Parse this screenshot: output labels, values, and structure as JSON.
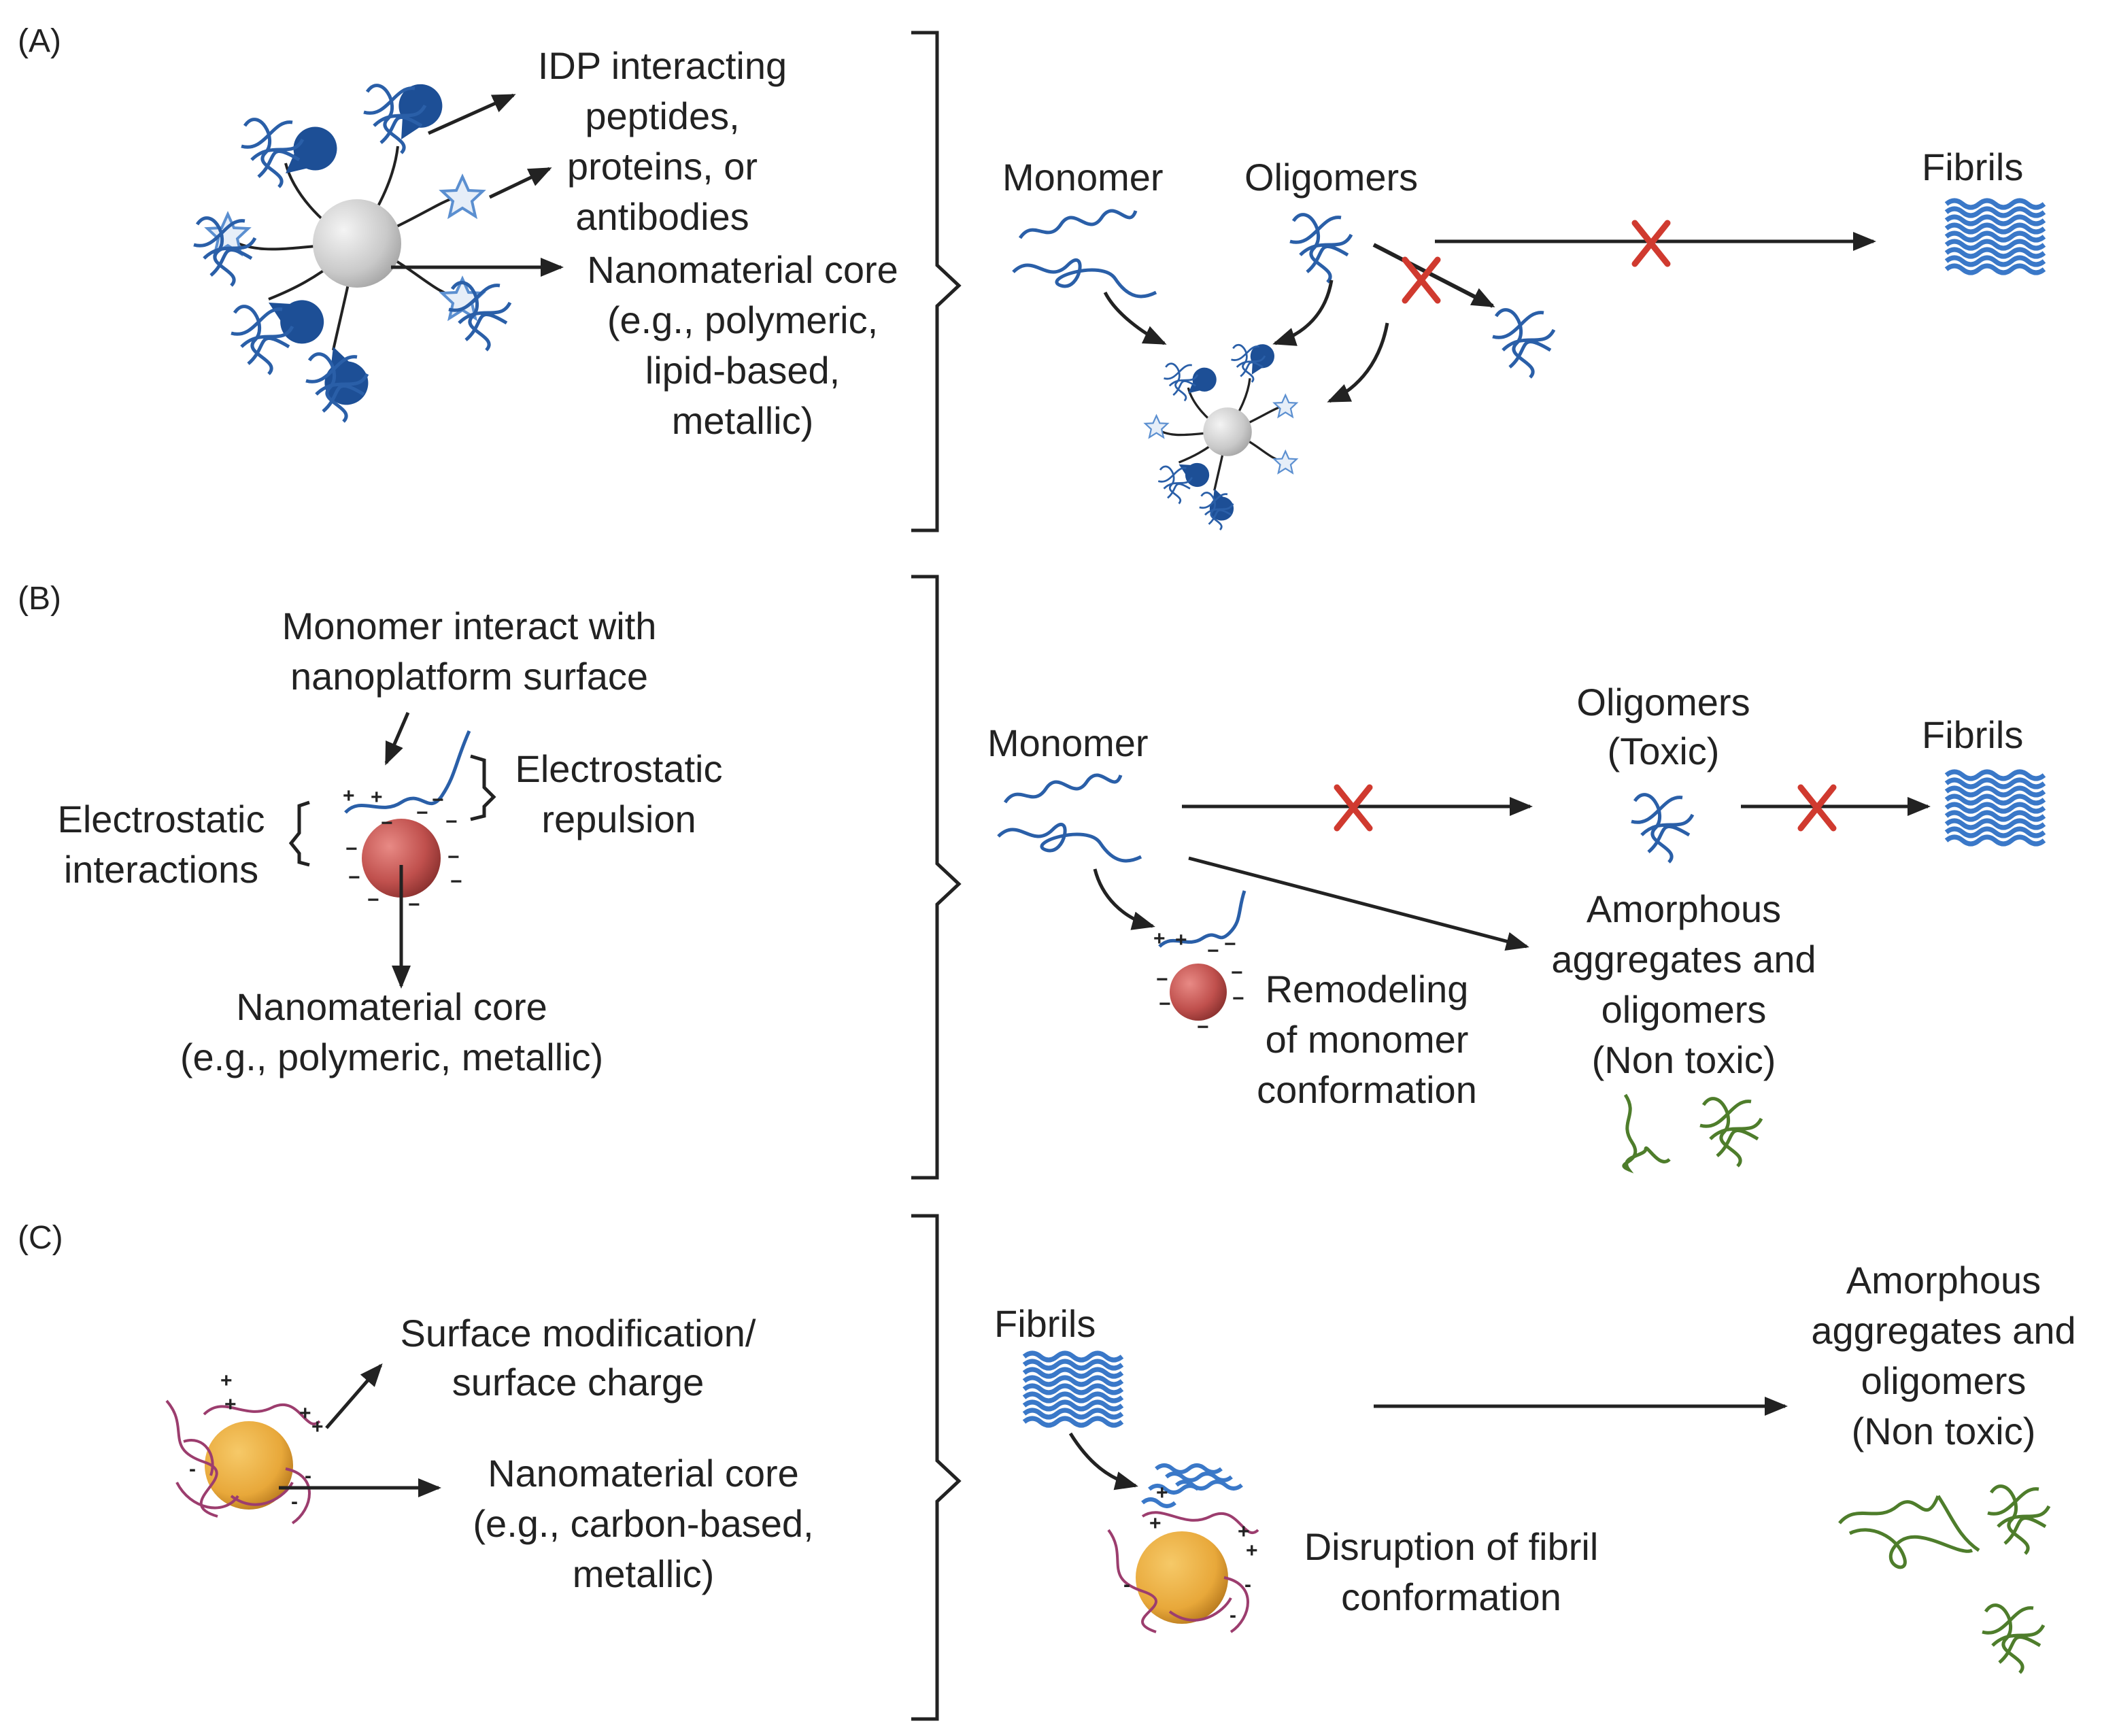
{
  "panels": {
    "a": {
      "label": "(A)",
      "peptide_label": [
        "IDP interacting",
        "peptides,",
        "proteins, or",
        "antibodies"
      ],
      "core_label": [
        "Nanomaterial core",
        "(e.g., polymeric,",
        "lipid-based,",
        "metallic)"
      ],
      "monomer": "Monomer",
      "oligomers": "Oligomers",
      "fibrils": "Fibrils"
    },
    "b": {
      "label": "(B)",
      "surface_label": [
        "Monomer interact with",
        "nanoplatform surface"
      ],
      "interactions_label": [
        "Electrostatic",
        "interactions"
      ],
      "repulsion_label": [
        "Electrostatic",
        "repulsion"
      ],
      "core_label": [
        "Nanomaterial core",
        "(e.g., polymeric, metallic)"
      ],
      "monomer": "Monomer",
      "oligomers": [
        "Oligomers",
        "(Toxic)"
      ],
      "fibrils": "Fibrils",
      "remodel_label": [
        "Remodeling",
        "of monomer",
        "conformation"
      ],
      "amorphous_label": [
        "Amorphous",
        "aggregates and",
        "oligomers",
        "(Non toxic)"
      ]
    },
    "c": {
      "label": "(C)",
      "surface_label": [
        "Surface modification/",
        "surface charge"
      ],
      "core_label": [
        "Nanomaterial core",
        "(e.g., carbon-based,",
        "metallic)"
      ],
      "fibrils": "Fibrils",
      "disruption_label": [
        "Disruption of fibril",
        "conformation"
      ],
      "amorphous_label": [
        "Amorphous",
        "aggregates and",
        "oligomers",
        "(Non toxic)"
      ]
    }
  },
  "colors": {
    "peptide_blue": "#2a5fa8",
    "peptide_dark": "#1d4f96",
    "nanoparticle_grey": "#cccccc",
    "nanoparticle_red": "#c0504d",
    "nanoparticle_gold": "#e8a83a",
    "polymer_magenta": "#9c3d6e",
    "aggregate_green": "#4e7d2b",
    "block_red": "#d03a2f",
    "fibril_blue": "#3a78c8"
  }
}
